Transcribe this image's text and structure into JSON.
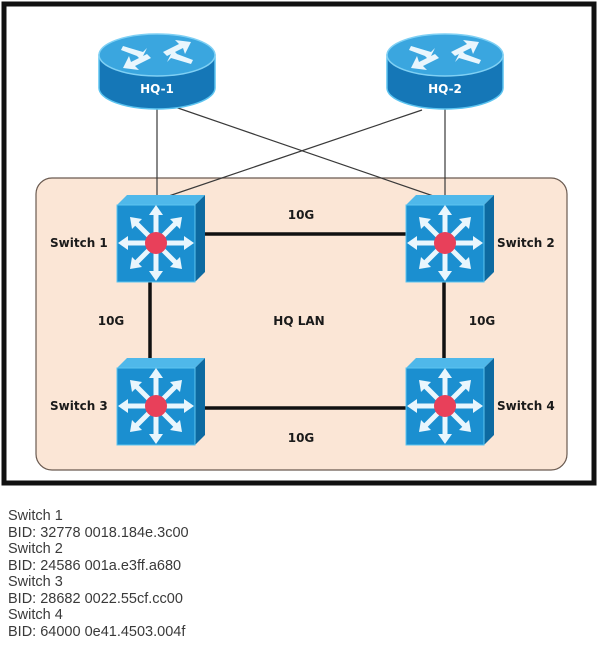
{
  "diagram": {
    "lan_label": "HQ LAN",
    "routers": [
      {
        "id": "hq1",
        "label": "HQ-1"
      },
      {
        "id": "hq2",
        "label": "HQ-2"
      }
    ],
    "switches": [
      {
        "id": "sw1",
        "label": "Switch 1"
      },
      {
        "id": "sw2",
        "label": "Switch 2"
      },
      {
        "id": "sw3",
        "label": "Switch 3"
      },
      {
        "id": "sw4",
        "label": "Switch 4"
      }
    ],
    "links": [
      {
        "from": "sw1",
        "to": "sw2",
        "label": "10G"
      },
      {
        "from": "sw1",
        "to": "sw3",
        "label": "10G"
      },
      {
        "from": "sw2",
        "to": "sw4",
        "label": "10G"
      },
      {
        "from": "sw3",
        "to": "sw4",
        "label": "10G"
      },
      {
        "from": "hq1",
        "to": "sw1",
        "label": ""
      },
      {
        "from": "hq1",
        "to": "sw2",
        "label": ""
      },
      {
        "from": "hq2",
        "to": "sw1",
        "label": ""
      },
      {
        "from": "hq2",
        "to": "sw2",
        "label": ""
      }
    ],
    "colors": {
      "lan_fill": "#fbe6d6",
      "switch_front": "#1b8fd0",
      "switch_top": "#4fb8ea",
      "switch_side": "#0d6aa1",
      "router_top": "#3aa6df",
      "router_side": "#1577b7",
      "center_dot": "#e8405a"
    }
  },
  "bid_list": [
    {
      "name": "Switch 1",
      "bid": "BID: 32778 0018.184e.3c00"
    },
    {
      "name": "Switch 2",
      "bid": "BID: 24586 001a.e3ff.a680"
    },
    {
      "name": "Switch 3",
      "bid": "BID: 28682 0022.55cf.cc00"
    },
    {
      "name": "Switch 4",
      "bid": "BID: 64000 0e41.4503.004f"
    }
  ]
}
